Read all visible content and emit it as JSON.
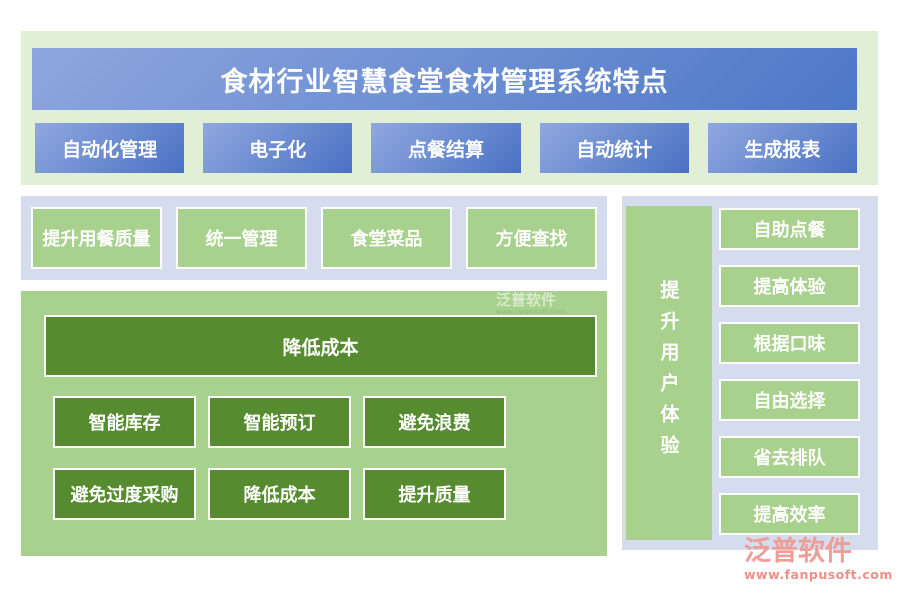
{
  "title": "食材行业智慧食堂食材管理系统特点",
  "top_features": [
    "自动化管理",
    "电子化",
    "点餐结算",
    "自动统计",
    "生成报表"
  ],
  "mid_features": [
    "提升用餐质量",
    "统一管理",
    "食堂菜品",
    "方便查找"
  ],
  "cost_panel": {
    "header": "降低成本",
    "items": [
      "智能库存",
      "智能预订",
      "避免浪费",
      "避免过度采购",
      "降低成本",
      "提升质量"
    ]
  },
  "experience_panel": {
    "header": "提升用户体验",
    "items": [
      "自助点餐",
      "提高体验",
      "根据口味",
      "自由选择",
      "省去排队",
      "提高效率"
    ]
  },
  "watermark": {
    "brand": "泛普软件",
    "url": "www.fanpusoft.com"
  },
  "brand": {
    "name": "泛普软件",
    "url": "www.fanpusoft.com"
  },
  "colors": {
    "band_green": "#e2efd7",
    "lavender": "#d4dcee",
    "light_green": "#a8d18d",
    "dark_green": "#568c2f",
    "banner_blue_start": "#8ea6de",
    "banner_blue_end": "#4d78c7",
    "brand_salmon": "#ef9d97"
  }
}
